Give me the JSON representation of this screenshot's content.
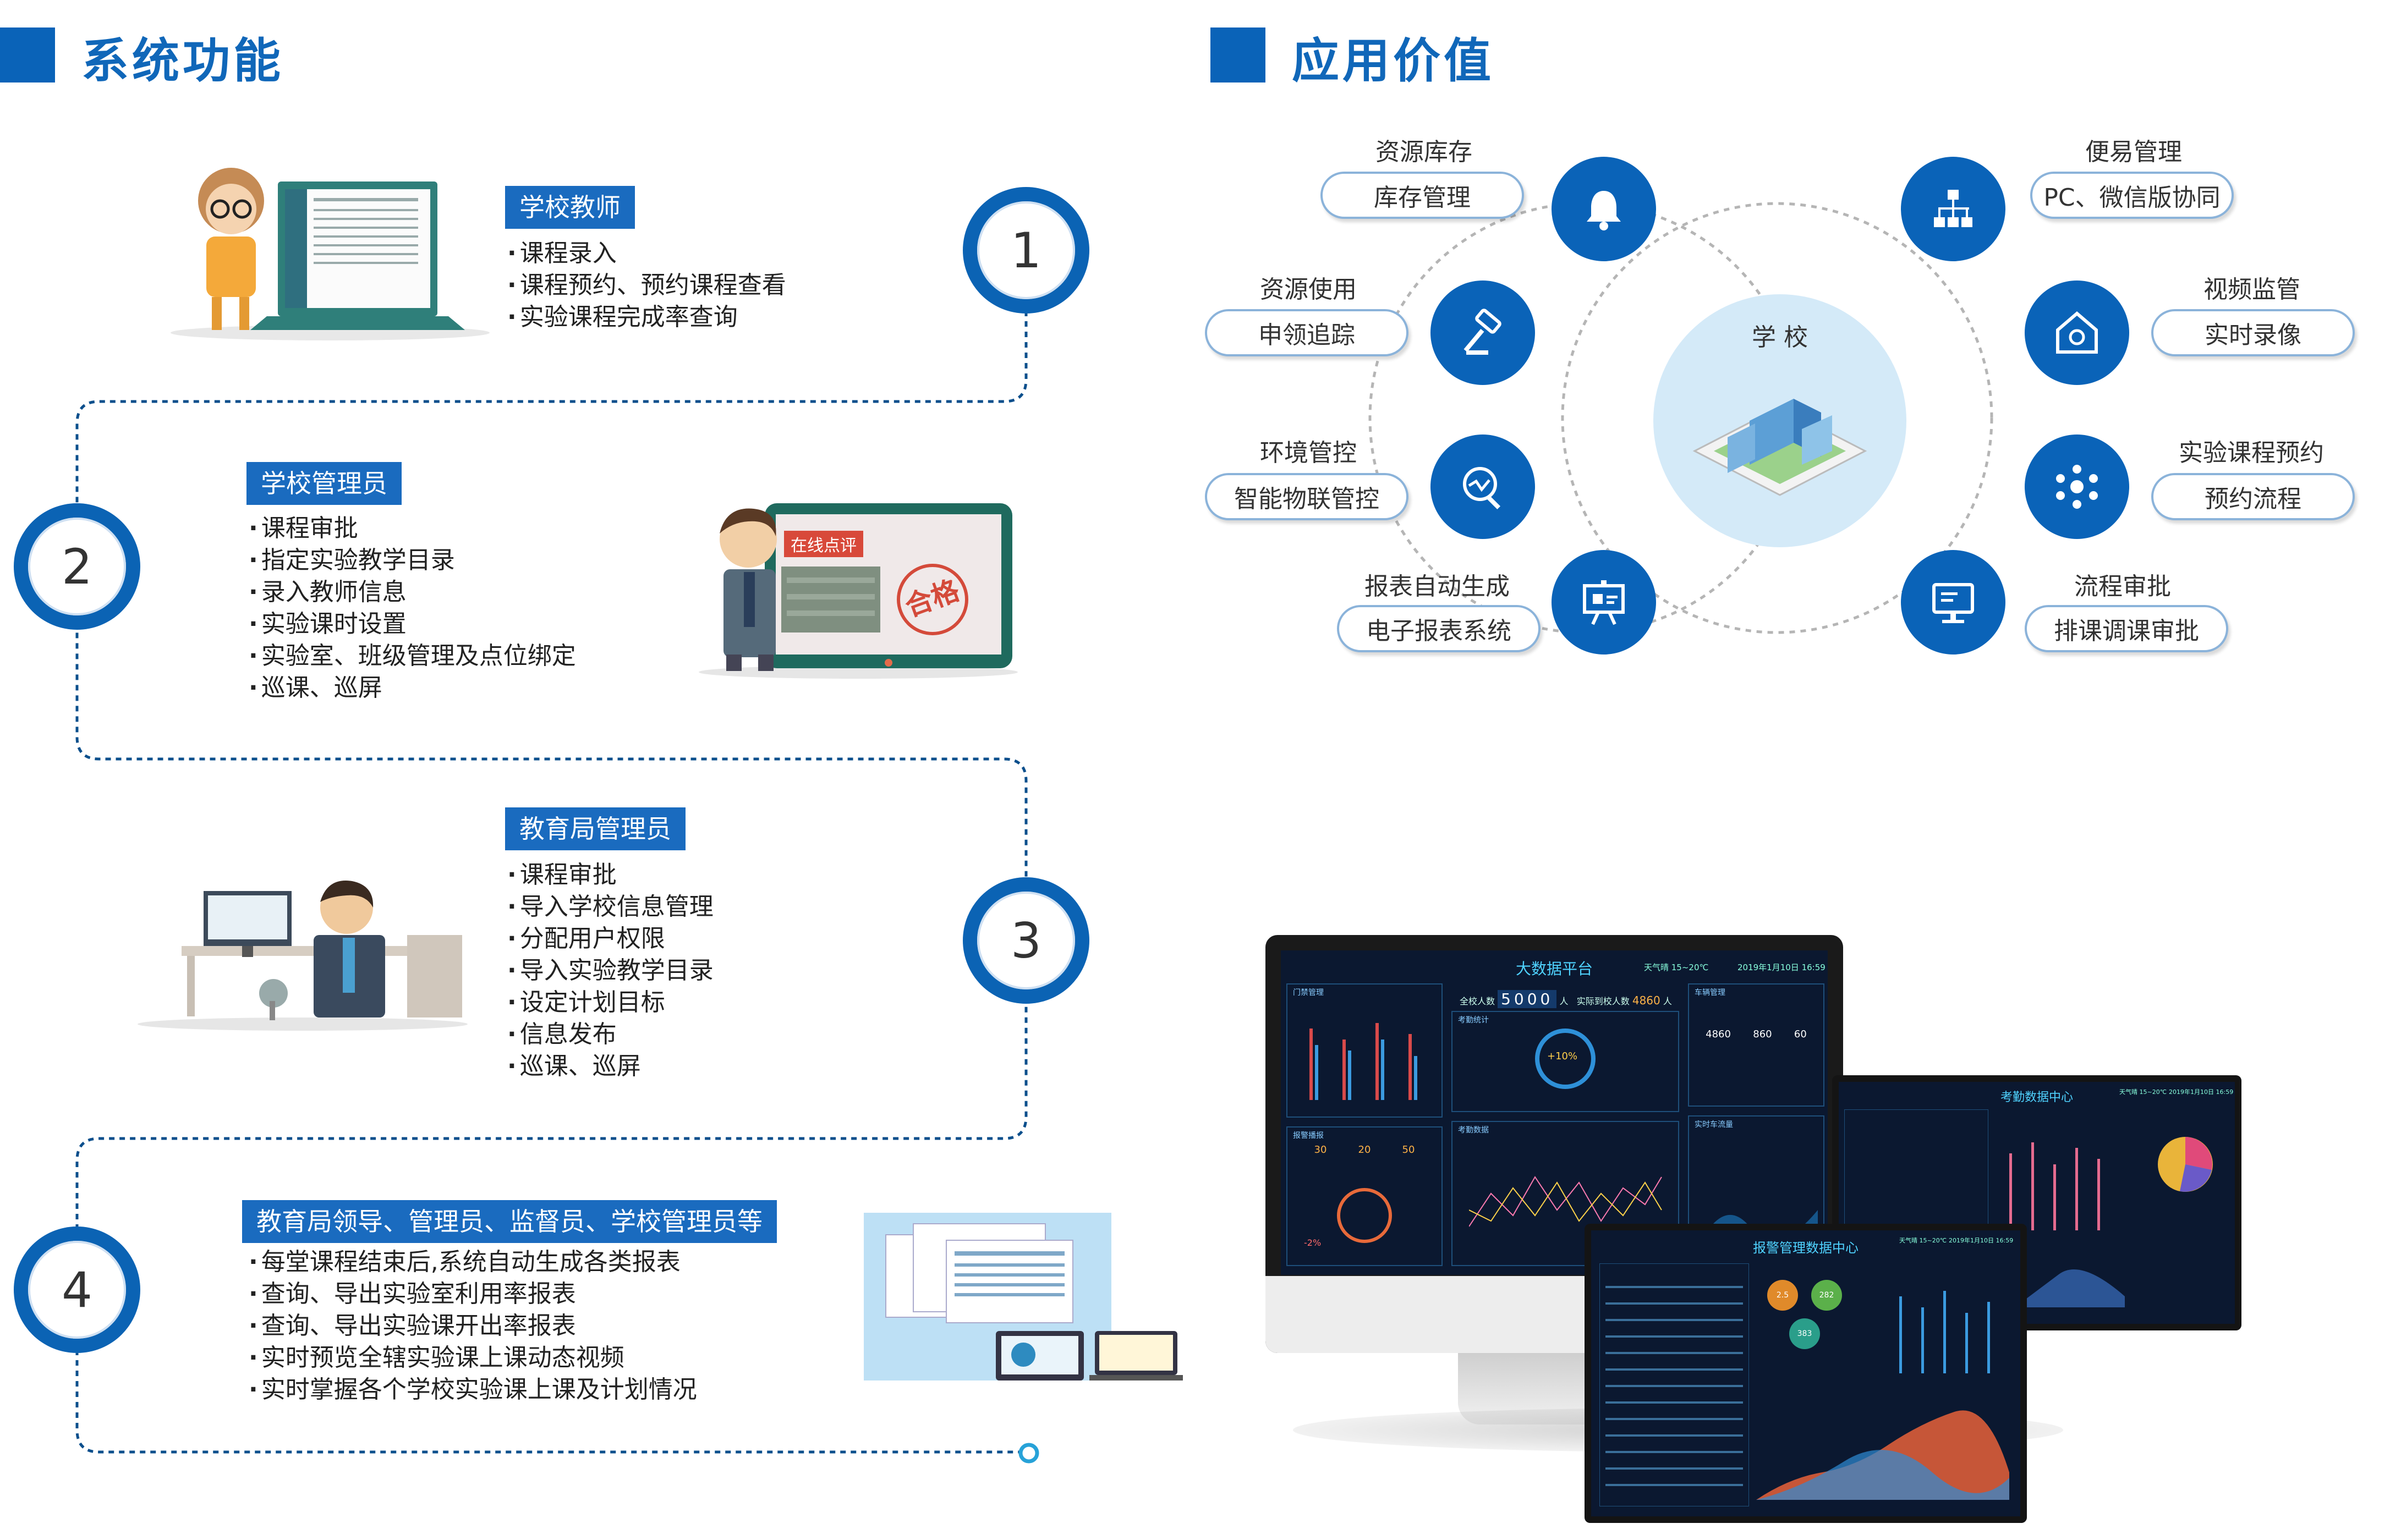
{
  "left_section": {
    "title": "系统功能"
  },
  "right_section": {
    "title": "应用价值"
  },
  "steps": [
    {
      "number": "1",
      "role": "学校教师",
      "items": [
        "课程录入",
        "课程预约、预约课程查看",
        "实验课程完成率查询"
      ]
    },
    {
      "number": "2",
      "role": "学校管理员",
      "items": [
        "课程审批",
        "指定实验教学目录",
        "录入教师信息",
        "实验课时设置",
        "实验室、班级管理及点位绑定",
        "巡课、巡屏"
      ],
      "screen_caption": "在线点评",
      "stamp": "合格"
    },
    {
      "number": "3",
      "role": "教育局管理员",
      "items": [
        "课程审批",
        "导入学校信息管理",
        "分配用户权限",
        "导入实验教学目录",
        "设定计划目标",
        "信息发布",
        "巡课、巡屏"
      ]
    },
    {
      "number": "4",
      "role": "教育局领导、管理员、监督员、学校管理员等",
      "items": [
        "每堂课程结束后,系统自动生成各类报表",
        "查询、导出实验室利用率报表",
        "查询、导出实验课开出率报表",
        "实时预览全辖实验课上课动态视频",
        "实时掌握各个学校实验课上课及计划情况"
      ]
    }
  ],
  "hub": {
    "center_label": "学 校",
    "nodes": [
      {
        "label": "资源库存",
        "pill": "库存管理",
        "icon": "bell-icon"
      },
      {
        "label": "便易管理",
        "pill": "PC、微信版协同",
        "icon": "org-chart-icon"
      },
      {
        "label": "资源使用",
        "pill": "申领追踪",
        "icon": "gavel-icon"
      },
      {
        "label": "视频监管",
        "pill": "实时录像",
        "icon": "home-camera-icon"
      },
      {
        "label": "环境管控",
        "pill": "智能物联管控",
        "icon": "search-chart-icon"
      },
      {
        "label": "实验课程预约",
        "pill": "预约流程",
        "icon": "network-icon"
      },
      {
        "label": "报表自动生成",
        "pill": "电子报表系统",
        "icon": "presentation-icon"
      },
      {
        "label": "流程审批",
        "pill": "排课调课审批",
        "icon": "monitor-icon"
      }
    ]
  },
  "dashboards": {
    "main": {
      "title": "大数据平台",
      "weather": "天气晴 15~20℃",
      "datetime": "2019年1月10日 16:59",
      "total_label": "全校人数",
      "total_value": "5000",
      "total_unit": "人",
      "actual_label": "实际到校人数",
      "actual_value": "4860",
      "actual_unit": "人",
      "panel_titles": [
        "门禁管理",
        "考勤统计",
        "车辆管理",
        "报警播报",
        "考勤数据",
        "实时车流量"
      ],
      "car_stats": [
        "4860",
        "860",
        "60"
      ],
      "alarm_stats": [
        "30",
        "20",
        "50"
      ],
      "gauge_text": "+10%",
      "percent_note": "-2%"
    },
    "attendance": {
      "title": "考勤数据中心",
      "weather": "天气晴 15~20℃",
      "datetime": "2019年1月10日 16:59"
    },
    "alarm": {
      "title": "报警管理数据中心",
      "weather": "天气晴 15~20℃",
      "datetime": "2019年1月10日 16:59",
      "bubbles": [
        "2.5",
        "282",
        "383"
      ]
    }
  }
}
